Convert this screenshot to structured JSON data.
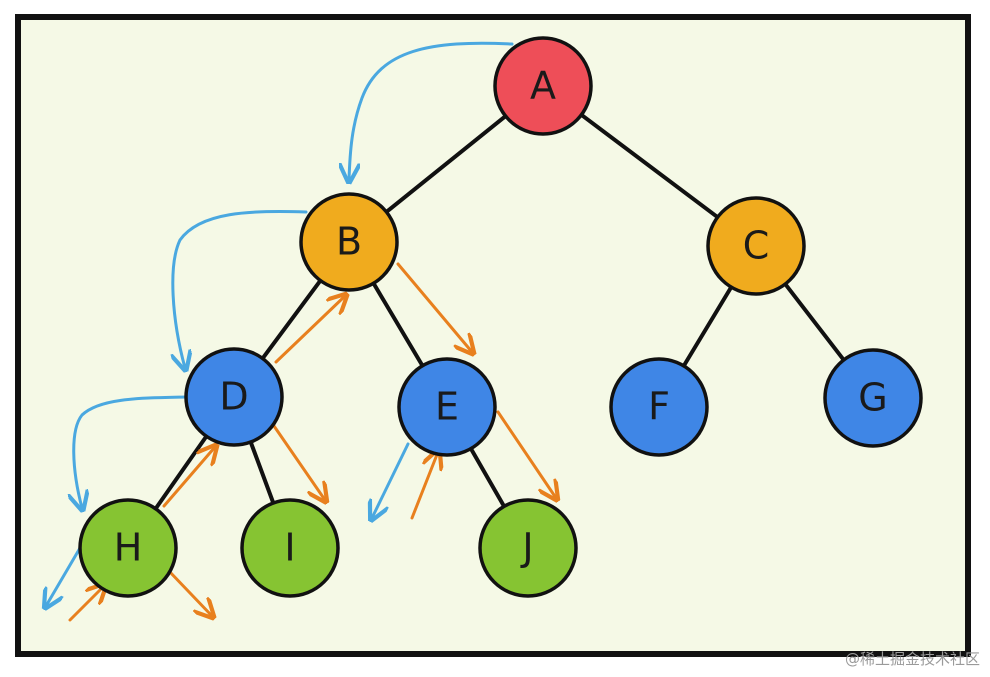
{
  "colors": {
    "background": "#f5f9e6",
    "frame": "#111111",
    "edge": "#111111",
    "arrow_blue": "#4aa8e0",
    "arrow_orange": "#e8801e",
    "root": "#ee4e58",
    "level1": "#f0ab1e",
    "level2": "#3f86e6",
    "leaf": "#86c432"
  },
  "nodes": [
    {
      "id": "A",
      "label": "A",
      "color": "root"
    },
    {
      "id": "B",
      "label": "B",
      "color": "level1"
    },
    {
      "id": "C",
      "label": "C",
      "color": "level1"
    },
    {
      "id": "D",
      "label": "D",
      "color": "level2"
    },
    {
      "id": "E",
      "label": "E",
      "color": "level2"
    },
    {
      "id": "F",
      "label": "F",
      "color": "level2"
    },
    {
      "id": "G",
      "label": "G",
      "color": "level2"
    },
    {
      "id": "H",
      "label": "H",
      "color": "leaf"
    },
    {
      "id": "I",
      "label": "I",
      "color": "leaf"
    },
    {
      "id": "J",
      "label": "J",
      "color": "leaf"
    }
  ],
  "edges": [
    [
      "A",
      "B"
    ],
    [
      "A",
      "C"
    ],
    [
      "B",
      "D"
    ],
    [
      "B",
      "E"
    ],
    [
      "C",
      "F"
    ],
    [
      "C",
      "G"
    ],
    [
      "D",
      "H"
    ],
    [
      "D",
      "I"
    ],
    [
      "E",
      "J"
    ]
  ],
  "watermark": "@稀土掘金技术社区"
}
